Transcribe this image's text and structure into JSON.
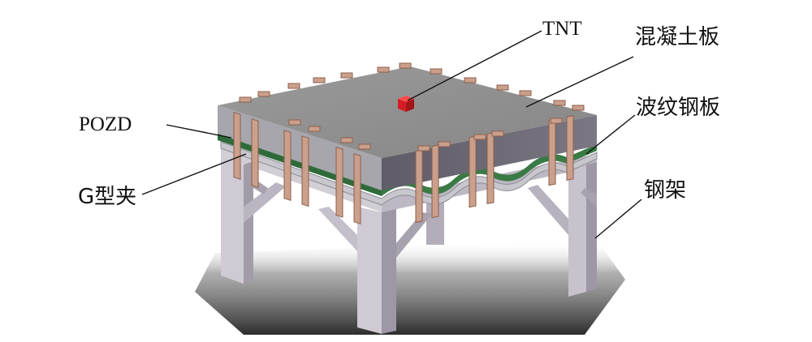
{
  "labels": {
    "tnt": "TNT",
    "concrete_slab": "混凝土板",
    "corrugated_steel": "波纹钢板",
    "pozd": "POZD",
    "g_clamp": "G型夹",
    "steel_frame": "钢架"
  },
  "colors": {
    "concrete_top": "#909090",
    "concrete_side_left": "#a5a5a5",
    "concrete_side_front": "#6f6c78",
    "pozd_layer": "#2f6b3a",
    "corrugated_steel": "#c7c7cd",
    "frame_light": "#c9c5cc",
    "frame_dark": "#9d97a6",
    "clamp": "#c9907a",
    "tnt": "#d21d22",
    "leader": "#111111",
    "shadow": "#3a3a3a"
  }
}
